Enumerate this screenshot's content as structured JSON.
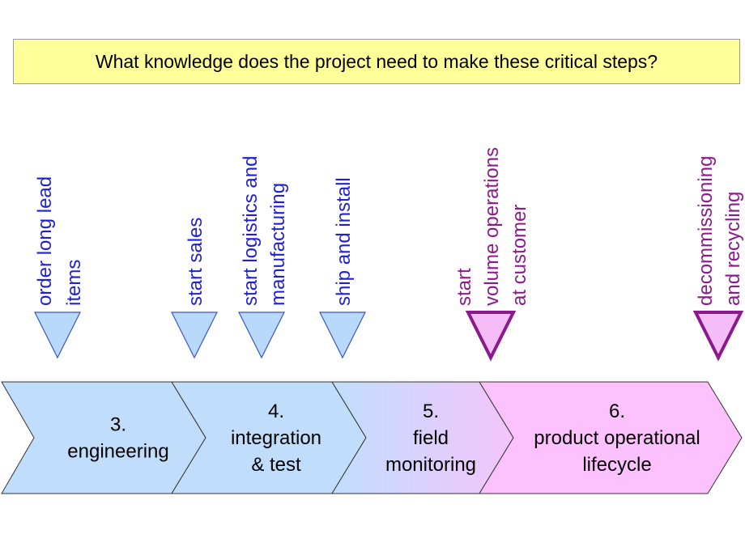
{
  "question": "What knowledge does the project need to make these critical steps?",
  "colors": {
    "blue_text": "#1f1fd6",
    "purple_text": "#8b1a8b",
    "blue_marker_fill": "#b9d9fb",
    "blue_marker_stroke": "#3a56c8",
    "purple_marker_fill": "#f5bdf7",
    "purple_marker_stroke": "#8b1a8b",
    "phase_blue": "#c0defc",
    "phase_pink": "#fdc2fd",
    "phase_stroke": "#333333"
  },
  "milestones": [
    {
      "lines": [
        "order long lead",
        "items"
      ],
      "color": "blue"
    },
    {
      "lines": [
        "start sales"
      ],
      "color": "blue"
    },
    {
      "lines": [
        "start logistics and",
        "manufacturing"
      ],
      "color": "blue"
    },
    {
      "lines": [
        "ship and install"
      ],
      "color": "blue"
    },
    {
      "lines": [
        "start",
        "volume operations",
        "at customer"
      ],
      "color": "purple"
    },
    {
      "lines": [
        "decommissioning",
        "and recycling"
      ],
      "color": "purple"
    }
  ],
  "phases": [
    {
      "lines": [
        "3.",
        "engineering"
      ]
    },
    {
      "lines": [
        "4.",
        "integration",
        "& test"
      ]
    },
    {
      "lines": [
        "5.",
        "field",
        "monitoring"
      ]
    },
    {
      "lines": [
        "6.",
        "product operational",
        "lifecycle"
      ]
    }
  ]
}
